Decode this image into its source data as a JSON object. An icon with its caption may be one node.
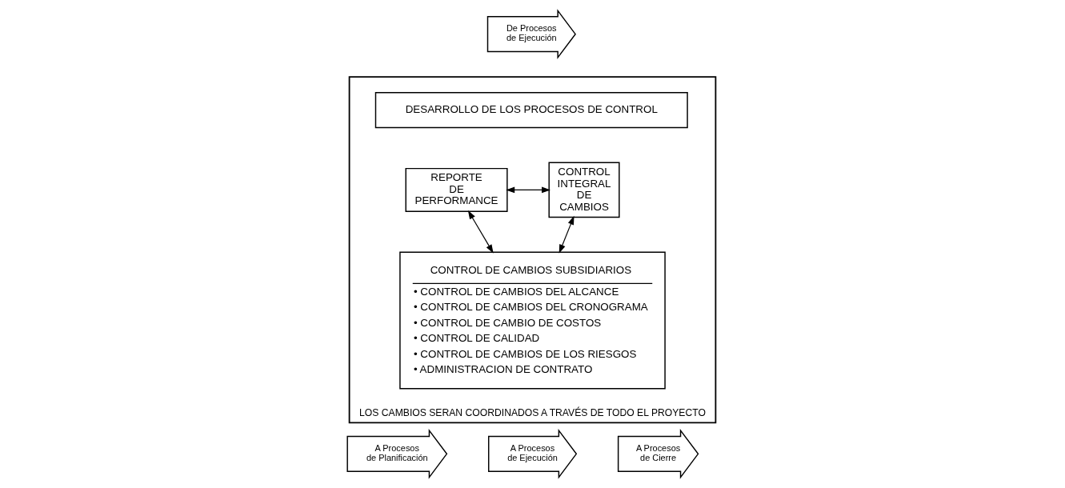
{
  "diagram": {
    "nodes": [
      {
        "text": [
          "LOS CAMBIOS SERAN COORDINADOS A TRAVÉS DE TODO EL PROYECTO"
        ]
      },
      {
        "text": [
          "DESARROLLO DE LOS PROCESOS DE CONTROL"
        ],
        "in": 0
      },
      {
        "text": [
          "REPORTE DE PERFORMANCE"
        ],
        "in": 0
      },
      {
        "text": [
          "CONTROL INTEGRAL DE CAMBIOS"
        ],
        "in": 0
      },
      {
        "text": [
          "CONTROL DE CAMBIOS SUBSIDIARIOS",
          "• CONTROL DE CAMBIOS DEL ALCANCE",
          "• CONTROL DE CAMBIOS DEL CRONOGRAMA",
          "• CONTROL DE CAMBIO DE COSTOS",
          "• CONTROL DE CALIDAD",
          "• CONTROL DE CAMBIOS DE LOS RIESGOS",
          "• ADMINISTRACION DE CONTRATO"
        ],
        "in": 0
      },
      {
        "text": [
          "De Procesos de Ejecución"
        ]
      },
      {
        "text": [
          "A Procesos de Planificación"
        ]
      },
      {
        "text": [
          "A Procesos de Ejecución"
        ]
      },
      {
        "text": [
          "A Procesos de Cierre"
        ]
      }
    ],
    "edges": [
      {
        "from": 2,
        "to": 3,
        "arrow": "both"
      },
      {
        "from": 2,
        "to": 4,
        "arrow": "both"
      },
      {
        "from": 3,
        "to": 4,
        "arrow": "both"
      }
    ]
  }
}
